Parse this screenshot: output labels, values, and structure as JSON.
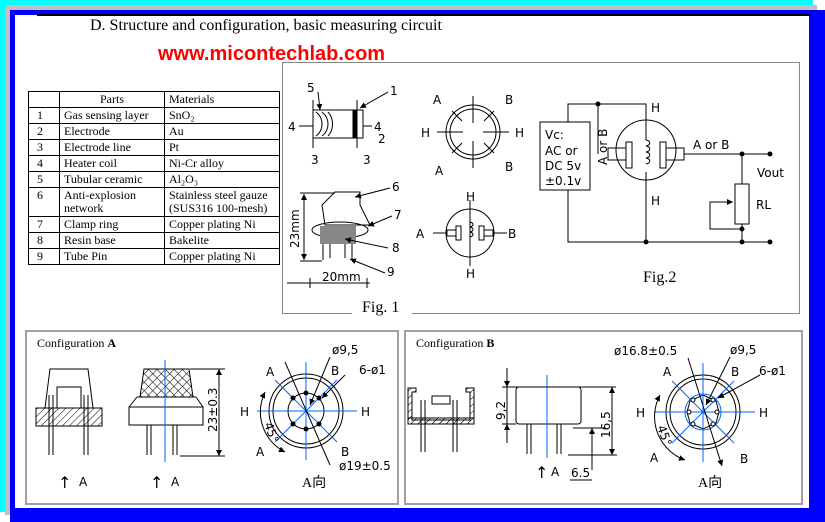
{
  "header": {
    "title": "D. Structure and configuration, basic measuring circuit",
    "url": "www.micontechlab.com"
  },
  "colors": {
    "frame_outer": "#00ffff",
    "frame_mid": "#c0c0c0",
    "frame_inner": "#0000ff",
    "url": "#ff0000",
    "centerline": "#0066ff"
  },
  "parts_table": {
    "headers": [
      "",
      "Parts",
      "Materials"
    ],
    "rows": [
      {
        "no": "1",
        "part": "Gas sensing layer",
        "material": "SnO₂"
      },
      {
        "no": "2",
        "part": "Electrode",
        "material": "Au"
      },
      {
        "no": "3",
        "part": "Electrode line",
        "material": "Pt"
      },
      {
        "no": "4",
        "part": "Heater coil",
        "material": "Ni-Cr alloy"
      },
      {
        "no": "5",
        "part": "Tubular ceramic",
        "material": "Al₂O₃"
      },
      {
        "no": "6",
        "part": "Anti-explosion network",
        "material": "Stainless steel gauze (SUS316 100-mesh)"
      },
      {
        "no": "7",
        "part": "Clamp ring",
        "material": "Copper plating Ni"
      },
      {
        "no": "8",
        "part": "Resin base",
        "material": "Bakelite"
      },
      {
        "no": "9",
        "part": "Tube Pin",
        "material": "Copper plating Ni"
      }
    ]
  },
  "fig1": {
    "caption": "Fig. 1",
    "callouts": {
      "c1": "1",
      "c2": "2",
      "c3a": "3",
      "c3b": "3",
      "c4a": "4",
      "c4b": "4",
      "c5": "5",
      "c6": "6",
      "c7": "7",
      "c8": "8",
      "c9": "9"
    },
    "height_dim": "23mm",
    "width_dim": "20mm",
    "pins": {
      "a": "A",
      "b": "B",
      "h": "H"
    }
  },
  "fig2": {
    "caption": "Fig.2",
    "supply": [
      "Vc:",
      "AC  or",
      "DC  5v",
      "±0.1v"
    ],
    "a_or_b_vertical": "A or B",
    "a_or_b": "A  or  B",
    "h": "H",
    "vout": "Vout",
    "rl": "RL"
  },
  "config_a": {
    "title": "Configuration",
    "title_bold": "A",
    "arrow_label": "A",
    "height_dim": "23±0.3",
    "d_inner": "ø9,5",
    "pin_holes": "6-ø1",
    "d_outer": "ø19±0.5",
    "angle": "45°",
    "view": "A向",
    "pins": {
      "a": "A",
      "b": "B",
      "h": "H"
    }
  },
  "config_b": {
    "title": "Configuration",
    "title_bold": "B",
    "arrow_label": "A",
    "body_dim": "9,2",
    "height_dim": "16,5",
    "pin_dim": "6.5",
    "d_outer": "ø16.8±0.5",
    "d_inner": "ø9,5",
    "pin_holes": "6-ø1",
    "angle": "45°",
    "view": "A向",
    "pins": {
      "a": "A",
      "b": "B",
      "h": "H"
    }
  }
}
